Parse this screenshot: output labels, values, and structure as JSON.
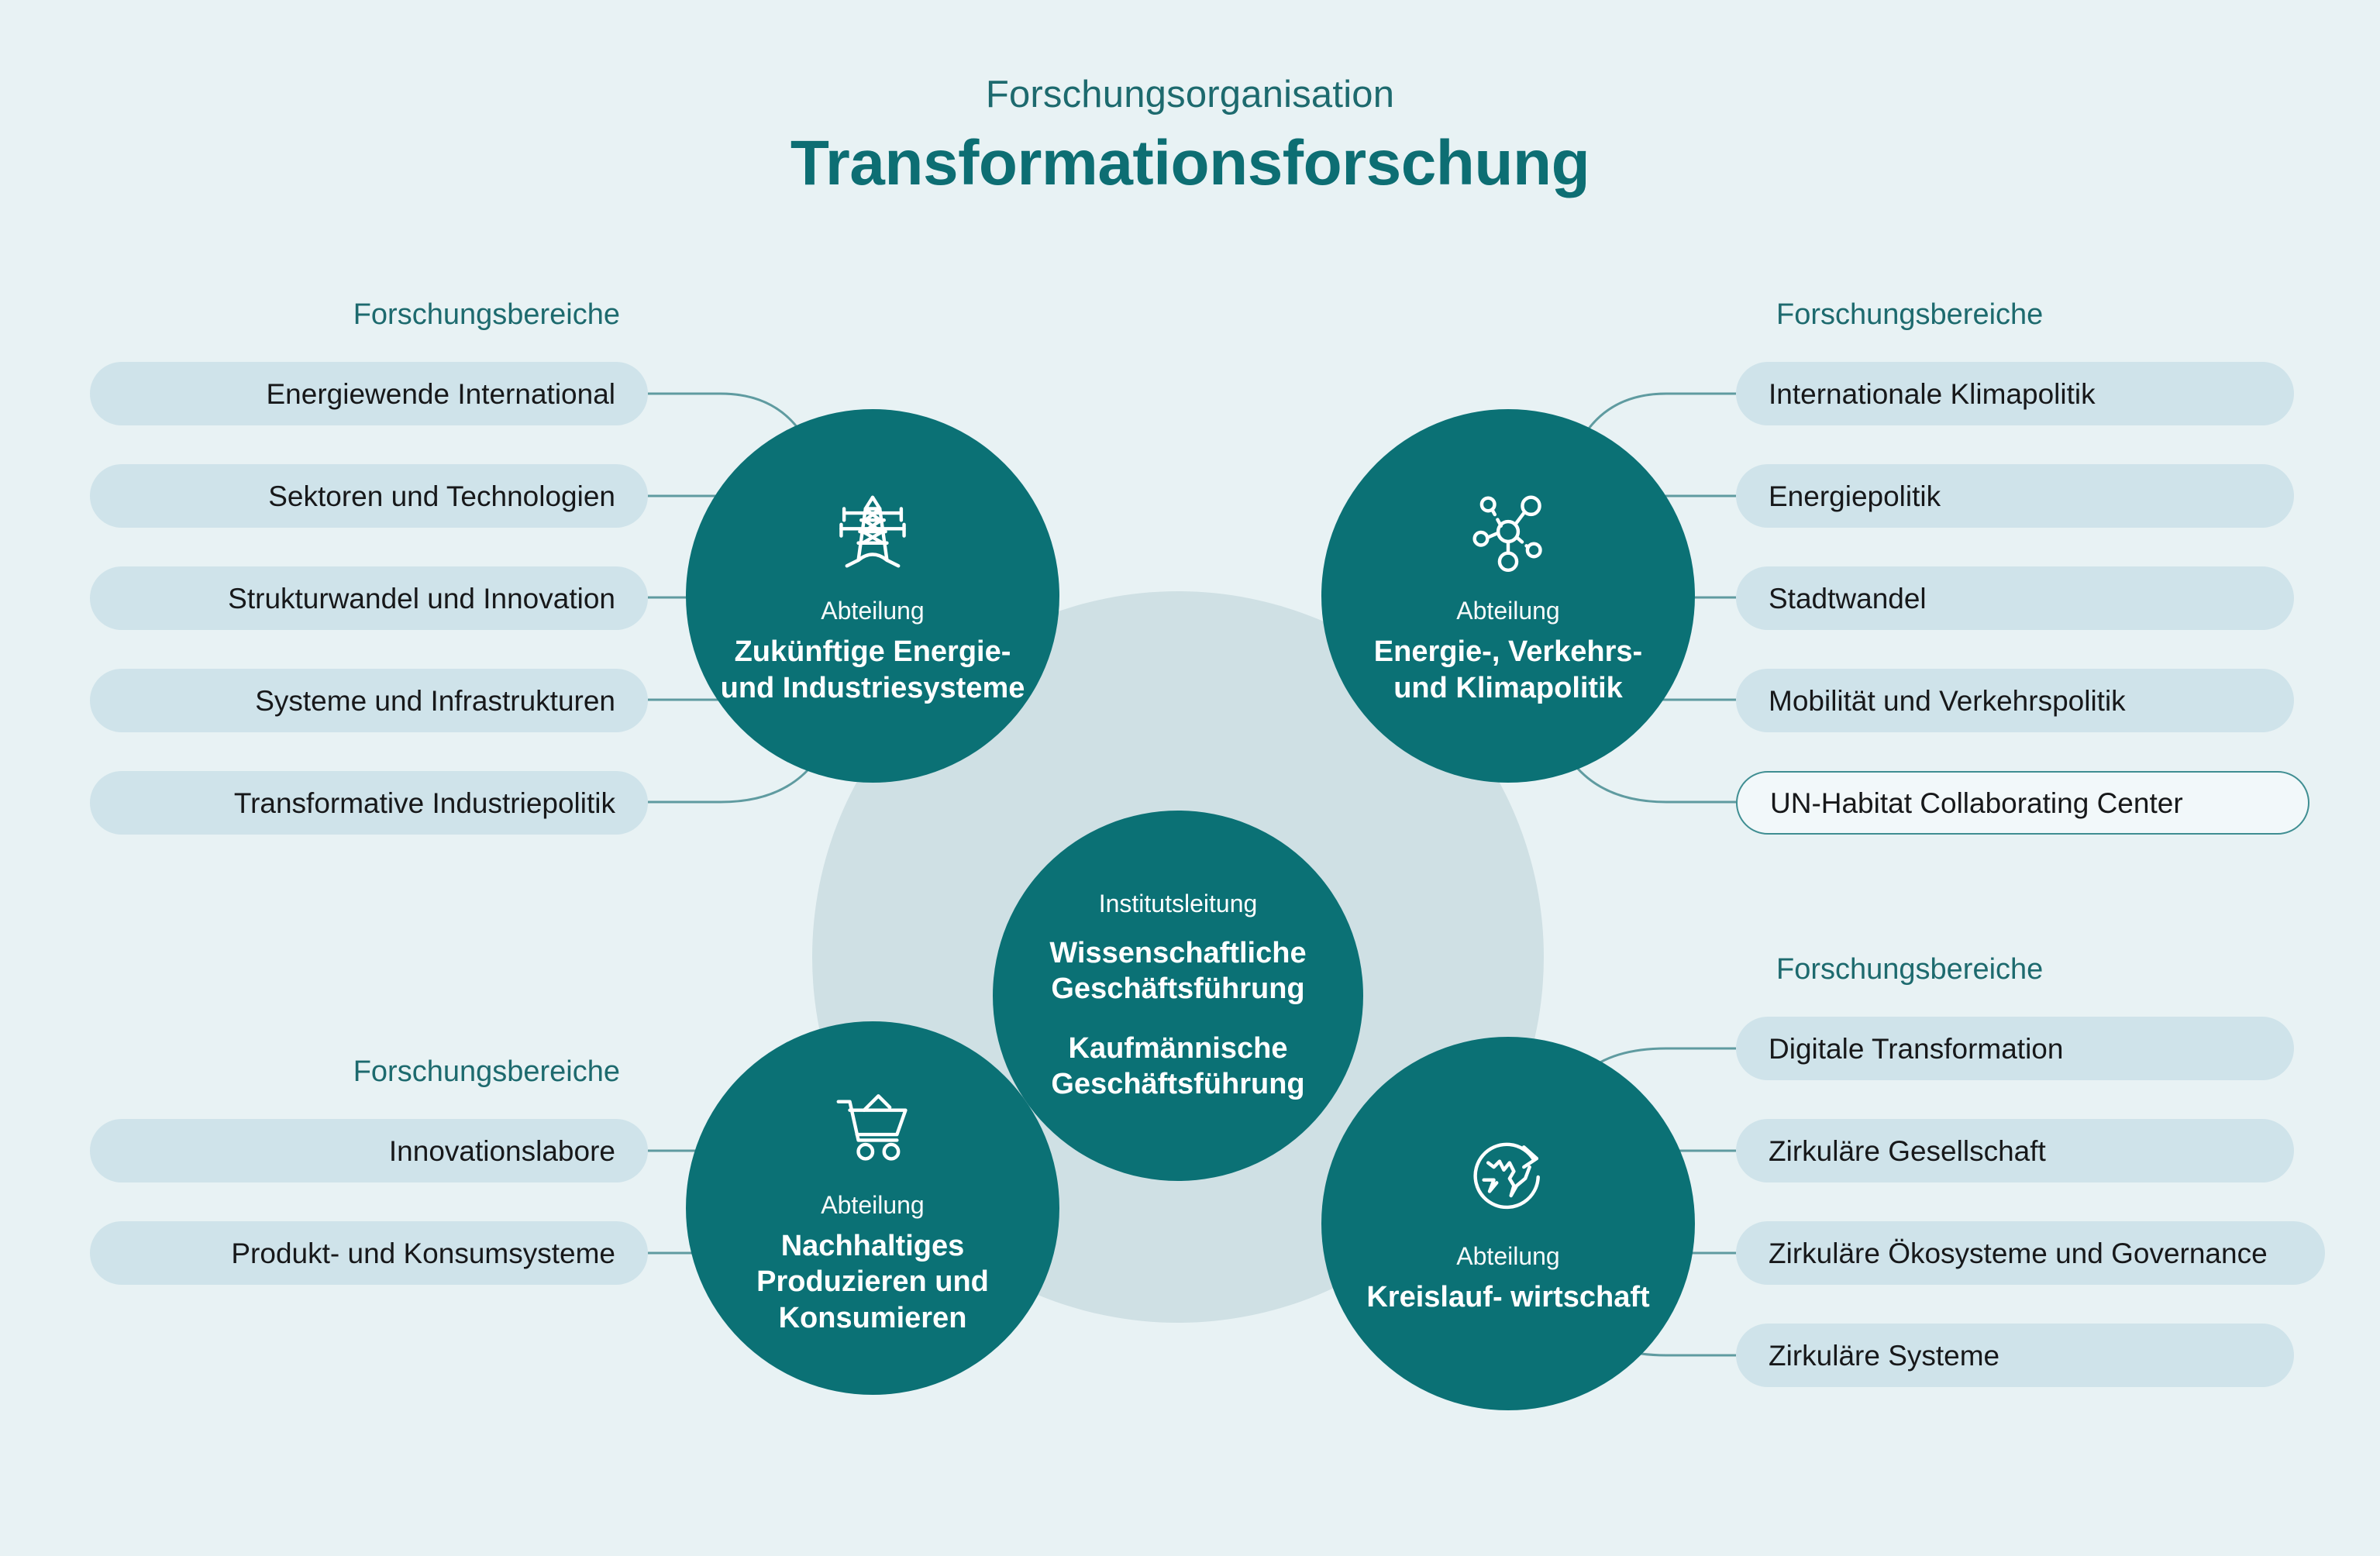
{
  "header": {
    "eyebrow": "Forschungsorganisation",
    "title": "Transformationsforschung"
  },
  "colors": {
    "background": "#e8f2f4",
    "teal": "#0b7175",
    "teal_dark_text": "#0d6e73",
    "heading_text": "#1d6a6e",
    "pill_fill": "#cfe3ea",
    "pill_outline_fill": "#f2f8fa",
    "pill_outline_border": "#3f8e92",
    "halo_circle": "#cfe0e4",
    "connector_line": "#5f9ba0"
  },
  "center": {
    "kicker": "Institutsleitung",
    "roles": [
      "Wissenschaftliche Geschäftsführung",
      "Kaufmännische Geschäftsführung"
    ]
  },
  "quadrants": [
    {
      "id": "top-left",
      "column_heading": "Forschungsbereiche",
      "department": {
        "kicker": "Abteilung",
        "name": "Zukünftige Energie- und Industriesysteme",
        "icon": "power-pylon-icon"
      },
      "research_areas": [
        {
          "label": "Energiewende International",
          "style": "filled"
        },
        {
          "label": "Sektoren und Technologien",
          "style": "filled"
        },
        {
          "label": "Strukturwandel und Innovation",
          "style": "filled"
        },
        {
          "label": "Systeme und Infrastrukturen",
          "style": "filled"
        },
        {
          "label": "Transformative Industriepolitik",
          "style": "filled"
        }
      ]
    },
    {
      "id": "top-right",
      "column_heading": "Forschungsbereiche",
      "department": {
        "kicker": "Abteilung",
        "name": "Energie-, Verkehrs- und Klimapolitik",
        "icon": "network-nodes-icon"
      },
      "research_areas": [
        {
          "label": "Internationale Klimapolitik",
          "style": "filled"
        },
        {
          "label": "Energiepolitik",
          "style": "filled"
        },
        {
          "label": "Stadtwandel",
          "style": "filled"
        },
        {
          "label": "Mobilität und Verkehrspolitik",
          "style": "filled"
        },
        {
          "label": "UN-Habitat Collaborating Center",
          "style": "outlined"
        }
      ]
    },
    {
      "id": "bottom-left",
      "column_heading": "Forschungsbereiche",
      "department": {
        "kicker": "Abteilung",
        "name": "Nachhaltiges Produzieren und Konsumieren",
        "icon": "shopping-cart-icon"
      },
      "research_areas": [
        {
          "label": "Innovationslabore",
          "style": "filled"
        },
        {
          "label": "Produkt- und Konsumsysteme",
          "style": "filled"
        }
      ]
    },
    {
      "id": "bottom-right",
      "column_heading": "Forschungsbereiche",
      "department": {
        "kicker": "Abteilung",
        "name": "Kreislauf- wirtschaft",
        "icon": "globe-cycle-icon"
      },
      "research_areas": [
        {
          "label": "Digitale Transformation",
          "style": "filled"
        },
        {
          "label": "Zirkuläre Gesellschaft",
          "style": "filled"
        },
        {
          "label": "Zirkuläre Ökosysteme und Governance",
          "style": "filled"
        },
        {
          "label": "Zirkuläre Systeme",
          "style": "filled"
        }
      ]
    }
  ]
}
